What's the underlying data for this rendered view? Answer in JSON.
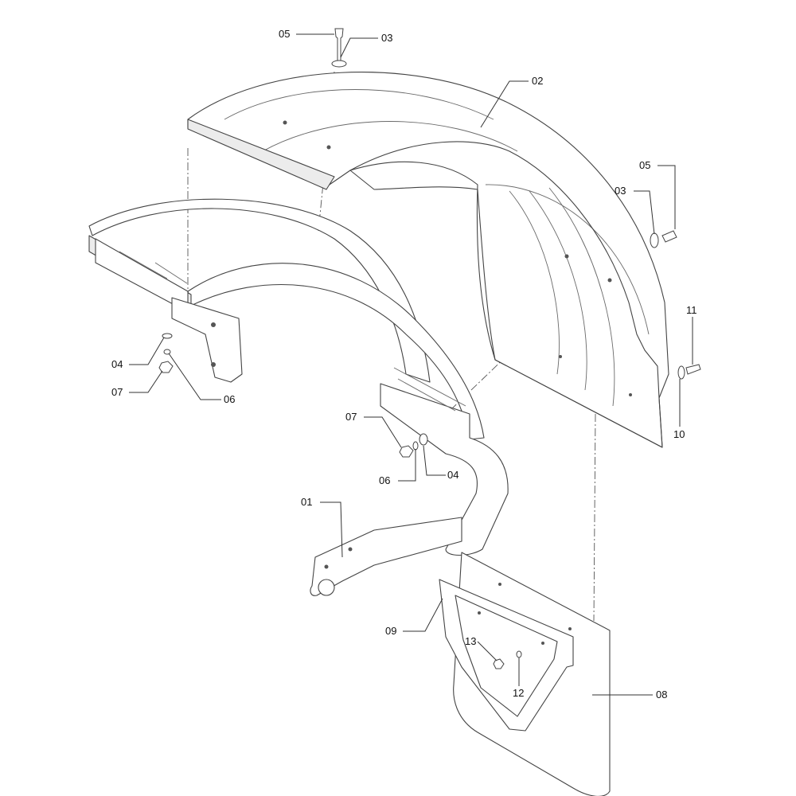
{
  "callouts": [
    {
      "id": "c05a",
      "label": "05"
    },
    {
      "id": "c03a",
      "label": "03"
    },
    {
      "id": "c02",
      "label": "02"
    },
    {
      "id": "c05b",
      "label": "05"
    },
    {
      "id": "c03b",
      "label": "03"
    },
    {
      "id": "c11",
      "label": "11"
    },
    {
      "id": "c10",
      "label": "10"
    },
    {
      "id": "c04a",
      "label": "04"
    },
    {
      "id": "c07a",
      "label": "07"
    },
    {
      "id": "c06a",
      "label": "06"
    },
    {
      "id": "c07b",
      "label": "07"
    },
    {
      "id": "c06b",
      "label": "06"
    },
    {
      "id": "c04b",
      "label": "04"
    },
    {
      "id": "c01",
      "label": "01"
    },
    {
      "id": "c09",
      "label": "09"
    },
    {
      "id": "c13",
      "label": "13"
    },
    {
      "id": "c12",
      "label": "12"
    },
    {
      "id": "c08",
      "label": "08"
    }
  ]
}
